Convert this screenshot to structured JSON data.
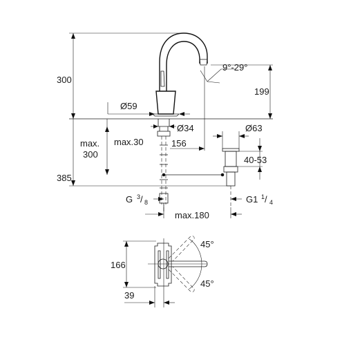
{
  "dimensions": {
    "height_total": "300",
    "angle_spout": "9°-29°",
    "spout_height": "199",
    "diameter_base": "Ø59",
    "diameter_shank": "Ø34",
    "max_300_line1": "max.",
    "max_300_line2": "300",
    "max_30": "max.30",
    "reach": "156",
    "diameter_drain": "Ø63",
    "drain_range": "40-53",
    "depth_385": "385",
    "thread_g": "G",
    "thread_g_num": "3",
    "thread_g_den": "8",
    "thread_g1": "G1",
    "thread_g1_num": "1",
    "thread_g1_den": "4",
    "max_180": "max.180",
    "plan_166": "166",
    "plan_39": "39",
    "angle_top": "45°",
    "angle_bottom": "45°"
  }
}
